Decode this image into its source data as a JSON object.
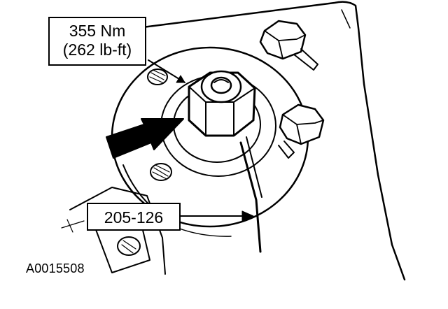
{
  "torque_callout": {
    "metric": "355 Nm",
    "imperial": "(262 lb-ft)"
  },
  "tool_callout": {
    "label": "205-126"
  },
  "figure_id": "A0015508",
  "colors": {
    "line": "#000000",
    "background": "#ffffff"
  }
}
